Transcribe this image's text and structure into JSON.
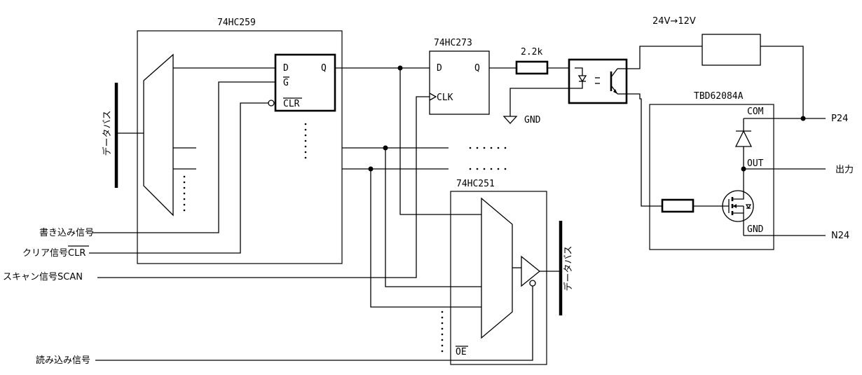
{
  "chips": {
    "u259": "74HC259",
    "u273": "74HC273",
    "u251": "74HC251",
    "driver": "TBD62084A"
  },
  "pins": {
    "d1": "D",
    "q1": "Q",
    "g": "G",
    "clr": "CLR",
    "d2": "D",
    "q2": "Q",
    "clk": "CLK",
    "oe": "OE",
    "com": "COM",
    "out": "OUT",
    "gnd": "GND"
  },
  "parts": {
    "resistor": "2.2k",
    "regulator": "24V→12V",
    "gnd_symbol": "GND"
  },
  "signals": {
    "write": "書き込み信号",
    "clear": "クリア信号",
    "clear_name": "CLR",
    "scan": "スキャン信号SCAN",
    "read": "読み込み信号",
    "data_bus_left": "データバス",
    "data_bus_right": "データバス"
  },
  "terminals": {
    "p24": "P24",
    "output": "出力",
    "n24": "N24"
  }
}
